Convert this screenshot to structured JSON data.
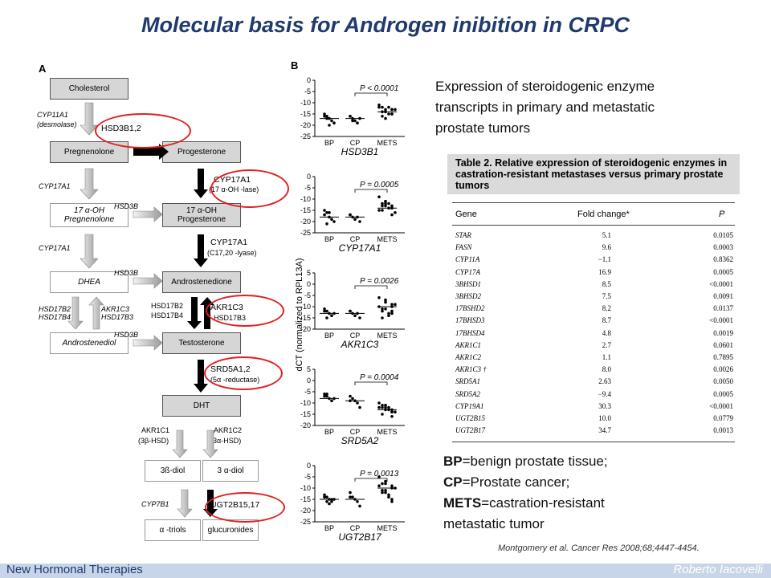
{
  "title": "Molecular basis for Androgen inibition in CRPC",
  "panel_a": {
    "letter": "A",
    "boxes": {
      "cholesterol": "Cholesterol",
      "pregnenolone": "Pregnenolone",
      "progesterone": "Progesterone",
      "oh_pregnenolone_1": "17 α-OH",
      "oh_pregnenolone_2": "Pregnenolone",
      "oh_progesterone_1": "17 α-OH",
      "oh_progesterone_2": "Progesterone",
      "dhea": "DHEA",
      "androstenedione": "Androstenedione",
      "androstenediol": "Androstenediol",
      "testosterone": "Testosterone",
      "dht": "DHT",
      "diol_3b": "3ß-diol",
      "diol_3a": "3 α-diol",
      "triols": "α -triols",
      "glucuronides": "glucuronides"
    },
    "enzymes": {
      "cyp11a1": "CYP11A1",
      "desmolase": "(desmolase)",
      "hsd3b12": "HSD3B1,2",
      "cyp17a1_left1": "CYP17A1",
      "cyp17a1_right1": "CYP17A1",
      "oh_lase": "(17 α-OH -lase)",
      "hsd3b_1": "HSD3B",
      "cyp17a1_left2": "CYP17A1",
      "cyp17a1_right2": "CYP17A1",
      "lyase": "(C17,20 -lyase)",
      "hsd3b_2": "HSD3B",
      "hsd17b2_left": "HSD17B2",
      "hsd17b4_left": "HSD17B4",
      "akr1c3_mid": "AKR1C3",
      "hsd17b3_mid": "HSD17B3",
      "hsd17b2_right": "HSD17B2",
      "hsd17b4_right": "HSD17B4",
      "akr1c3_right": "AKR1C3",
      "hsd17b3_right": "HSD17B3",
      "hsd3b_3": "HSD3B",
      "srd5a12": "SRD5A1,2",
      "reductase": "(5α -reductase)",
      "akr1c1": "AKR1C1",
      "hsd_3b": "(3β-HSD)",
      "akr1c2": "AKR1C2",
      "hsd_3a": "(3α-HSD)",
      "cyp7b1": "CYP7B1",
      "ugt2b1517": "UGT2B15,17"
    }
  },
  "panel_b": {
    "letter": "B",
    "ylabel": "dCT (normalized to RPL13A)",
    "categories": [
      "BP",
      "CP",
      "METS"
    ],
    "plots": [
      {
        "gene": "HSD3B1",
        "p": "P < 0.0001",
        "ticks": [
          "0",
          "-5",
          "-10",
          "-15",
          "-20",
          "-25"
        ],
        "ylim": [
          -25,
          0
        ]
      },
      {
        "gene": "CYP17A1",
        "p": "P = 0.0005",
        "ticks": [
          "0",
          "-5",
          "-10",
          "-15",
          "-20",
          "-25"
        ],
        "ylim": [
          -25,
          0
        ]
      },
      {
        "gene": "AKR1C3",
        "p": "P = 0.0026",
        "ticks": [
          "5",
          "0",
          "-5",
          "-10",
          "-15",
          "-20"
        ],
        "ylim": [
          -20,
          5
        ]
      },
      {
        "gene": "SRD5A2",
        "p": "P = 0.0004",
        "ticks": [
          "5",
          "0",
          "-5",
          "-10",
          "-15",
          "-20"
        ],
        "ylim": [
          -20,
          5
        ]
      },
      {
        "gene": "UGT2B17",
        "p": "P = 0.0013",
        "ticks": [
          "0",
          "-5",
          "-10",
          "-15",
          "-20",
          "-25"
        ],
        "ylim": [
          -25,
          0
        ]
      }
    ]
  },
  "chart_data": [
    {
      "type": "scatter",
      "gene": "HSD3B1",
      "categories": [
        "BP",
        "CP",
        "METS"
      ],
      "ylim": [
        -25,
        0
      ],
      "values": [
        [
          -15,
          -16,
          -17,
          -18,
          -19,
          -16,
          -17,
          -20
        ],
        [
          -16,
          -17,
          -18,
          -19,
          -17,
          -16,
          -18
        ],
        [
          -12,
          -13,
          -14,
          -15,
          -13,
          -14,
          -16,
          -12,
          -15,
          -13,
          -11,
          -14,
          -17,
          -13,
          -15,
          -12
        ]
      ],
      "medians": [
        -17,
        -17,
        -14
      ]
    },
    {
      "type": "scatter",
      "gene": "CYP17A1",
      "categories": [
        "BP",
        "CP",
        "METS"
      ],
      "ylim": [
        -25,
        0
      ],
      "values": [
        [
          -15,
          -16,
          -18,
          -19,
          -20,
          -17,
          -21,
          -16
        ],
        [
          -17,
          -18,
          -19,
          -18,
          -20,
          -17
        ],
        [
          -9,
          -11,
          -12,
          -13,
          -14,
          -15,
          -13,
          -14,
          -12,
          -16,
          -15,
          -11,
          -13,
          -14,
          -17,
          -12
        ]
      ],
      "medians": [
        -18,
        -18,
        -14
      ]
    },
    {
      "type": "scatter",
      "gene": "AKR1C3",
      "categories": [
        "BP",
        "CP",
        "METS"
      ],
      "ylim": [
        -20,
        5
      ],
      "values": [
        [
          -11,
          -12,
          -13,
          -14,
          -13,
          -12,
          -15
        ],
        [
          -12,
          -13,
          -14,
          -13,
          -15,
          -12
        ],
        [
          -6,
          -7,
          -8,
          -9,
          -10,
          -11,
          -12,
          -13,
          -14,
          -9,
          -10,
          -11,
          -8,
          -12,
          -13,
          -15
        ]
      ],
      "medians": [
        -13,
        -13,
        -10
      ]
    },
    {
      "type": "scatter",
      "gene": "SRD5A2",
      "categories": [
        "BP",
        "CP",
        "METS"
      ],
      "ylim": [
        -20,
        5
      ],
      "values": [
        [
          -6,
          -7,
          -8,
          -9,
          -8,
          -7,
          -6
        ],
        [
          -7,
          -8,
          -9,
          -10,
          -12,
          -9
        ],
        [
          -10,
          -11,
          -12,
          -13,
          -14,
          -15,
          -11,
          -12,
          -13,
          -14,
          -12,
          -13,
          -11,
          -16,
          -14,
          -12
        ]
      ],
      "medians": [
        -8,
        -9,
        -13
      ]
    },
    {
      "type": "scatter",
      "gene": "UGT2B17",
      "categories": [
        "BP",
        "CP",
        "METS"
      ],
      "ylim": [
        -25,
        0
      ],
      "values": [
        [
          -13,
          -14,
          -15,
          -16,
          -15,
          -14,
          -16,
          -17,
          -15
        ],
        [
          -12,
          -14,
          -15,
          -16,
          -18,
          -14
        ],
        [
          -5,
          -7,
          -8,
          -9,
          -10,
          -11,
          -12,
          -13,
          -14,
          -10,
          -9,
          -11,
          -12,
          -15,
          -16,
          -8
        ]
      ],
      "medians": [
        -15,
        -15,
        -10
      ]
    }
  ],
  "description": {
    "line1": "Expression of steroidogenic enzyme",
    "line2": "transcripts in primary and metastatic",
    "line3": "prostate tumors"
  },
  "table": {
    "caption_1": "Table 2. Relative expression of steroidogenic enzymes in",
    "caption_2": "castration-resistant metastases versus primary prostate",
    "caption_3": "tumors",
    "col_gene": "Gene",
    "col_fold": "Fold change*",
    "col_p": "P",
    "rows": [
      {
        "gene": "STAR",
        "fold": "5.1",
        "p": "0.0105"
      },
      {
        "gene": "FASN",
        "fold": "9.6",
        "p": "0.0003"
      },
      {
        "gene": "CYP11A",
        "fold": "−1.1",
        "p": "0.8362"
      },
      {
        "gene": "CYP17A",
        "fold": "16.9",
        "p": "0.0005"
      },
      {
        "gene": "3BHSD1",
        "fold": "8.5",
        "p": "<0.0001"
      },
      {
        "gene": "3BHSD2",
        "fold": "7.5",
        "p": "0.0091"
      },
      {
        "gene": "17BSHD2",
        "fold": "8.2",
        "p": "0.0137"
      },
      {
        "gene": "17BHSD3",
        "fold": "8.7",
        "p": "<0.0001"
      },
      {
        "gene": "17BHSD4",
        "fold": "4.8",
        "p": "0.0019"
      },
      {
        "gene": "AKR1C1",
        "fold": "2.7",
        "p": "0.0601"
      },
      {
        "gene": "AKR1C2",
        "fold": "1.1",
        "p": "0.7895"
      },
      {
        "gene": "AKR1C3 †",
        "fold": "8.0",
        "p": "0.0026"
      },
      {
        "gene": "SRD5A1",
        "fold": "2.63",
        "p": "0.0050"
      },
      {
        "gene": "SRD5A2",
        "fold": "−9.4",
        "p": "0.0005"
      },
      {
        "gene": "CYP19A1",
        "fold": "30.3",
        "p": "<0.0001"
      },
      {
        "gene": "UGT2B15",
        "fold": "10.0",
        "p": "0.0779"
      },
      {
        "gene": "UGT2B17",
        "fold": "34.7",
        "p": "0.0013"
      }
    ]
  },
  "legend": {
    "bp_key": "BP",
    "bp_val": "=benign prostate tissue;",
    "cp_key": "CP",
    "cp_val": "=Prostate cancer;",
    "mets_key": "METS",
    "mets_val": "=castration-resistant",
    "mets_val2": "metastatic tumor"
  },
  "citation": "Montgomery et al. Cancer Res 2008;68;4447-4454.",
  "footer": {
    "left": "New Hormonal Therapies",
    "right": "Roberto Iacovelli"
  },
  "colors": {
    "title": "#1f3a6e",
    "highlight_ring": "#e02020",
    "footer_bar": "#c8d4e8"
  }
}
